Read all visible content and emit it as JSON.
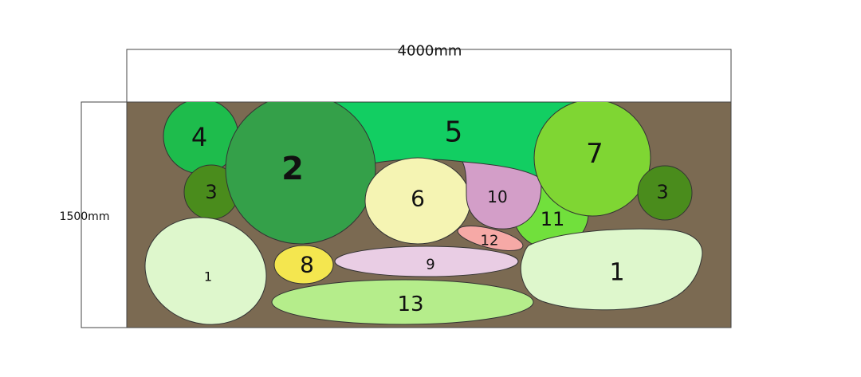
{
  "dimensions": {
    "width_label": "4000mm",
    "height_label": "1500mm"
  },
  "colors": {
    "soil": "#7b6a52",
    "outline": "#333333"
  },
  "plants": [
    {
      "key": "p5",
      "label": "5",
      "color": "#12ce62"
    },
    {
      "key": "p4",
      "label": "4",
      "color": "#1ebc4c"
    },
    {
      "key": "p3a",
      "label": "3",
      "color": "#4a8c1c"
    },
    {
      "key": "p2",
      "label": "2",
      "color": "#34a049"
    },
    {
      "key": "p6",
      "label": "6",
      "color": "#f5f4b3"
    },
    {
      "key": "p10",
      "label": "10",
      "color": "#d39ec8"
    },
    {
      "key": "p11",
      "label": "11",
      "color": "#71e03c"
    },
    {
      "key": "p7",
      "label": "7",
      "color": "#7fd633"
    },
    {
      "key": "p3b",
      "label": "3",
      "color": "#4a8c1c"
    },
    {
      "key": "p12",
      "label": "12",
      "color": "#f6a9a6"
    },
    {
      "key": "p1a",
      "label": "1",
      "color": "#def7cc"
    },
    {
      "key": "p8",
      "label": "8",
      "color": "#f4e64f"
    },
    {
      "key": "p9",
      "label": "9",
      "color": "#e9cde4"
    },
    {
      "key": "p13",
      "label": "13",
      "color": "#b5ed8b"
    },
    {
      "key": "p1b",
      "label": "1",
      "color": "#def7cc"
    }
  ]
}
